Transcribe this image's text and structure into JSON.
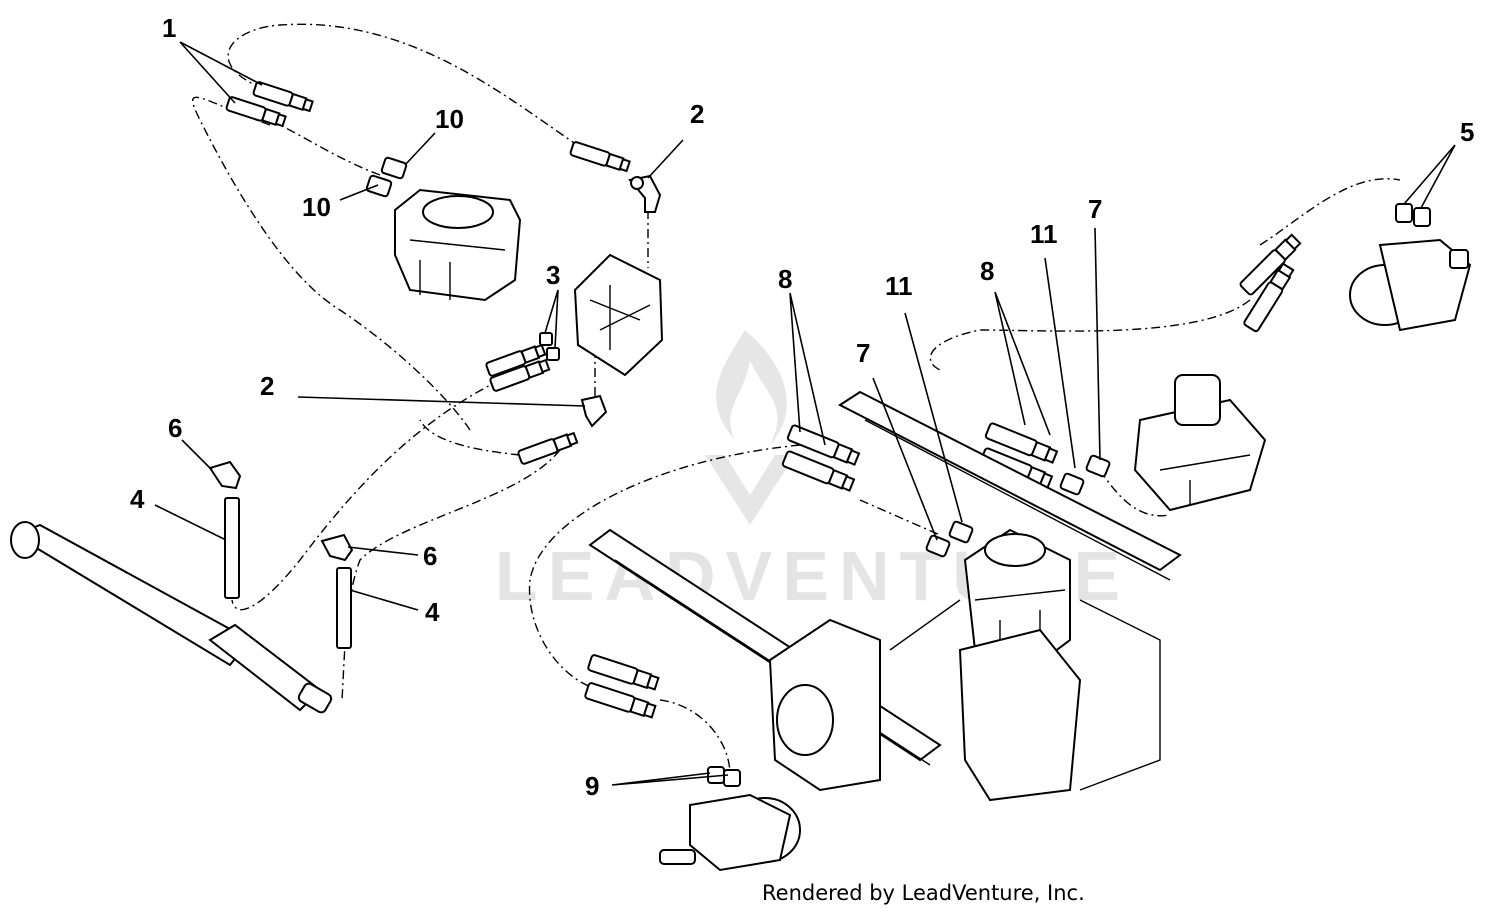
{
  "watermark": {
    "text": "LEADVENTURE",
    "color": "#e4e4e4"
  },
  "footer": {
    "text": "Rendered by LeadVenture, Inc."
  },
  "callouts": [
    "1",
    "10",
    "10",
    "2",
    "3",
    "2",
    "6",
    "4",
    "6",
    "4",
    "8",
    "11",
    "7",
    "8",
    "11",
    "7",
    "5",
    "9"
  ],
  "colors": {
    "line": "#000000",
    "background": "#ffffff"
  }
}
